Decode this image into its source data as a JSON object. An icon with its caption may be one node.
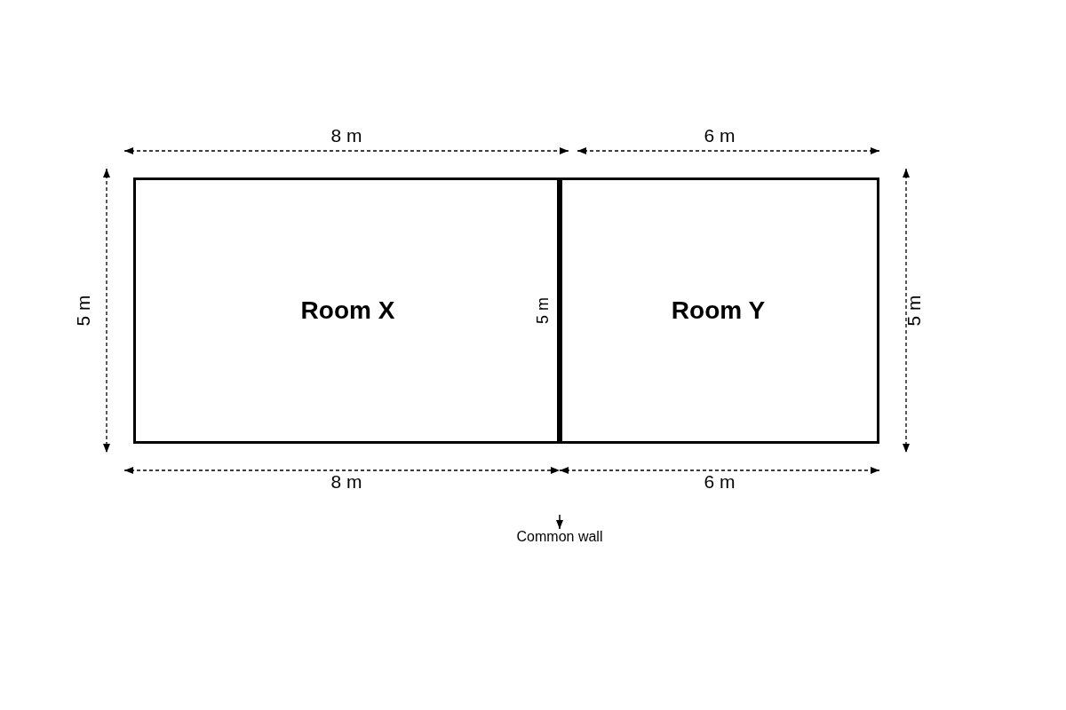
{
  "diagram": {
    "nodes": [
      {
        "text": [
          "Room X"
        ]
      },
      {
        "text": [
          "Room Y"
        ]
      },
      {
        "text": [
          "Common wall"
        ]
      }
    ],
    "edges": [
      {
        "from": null,
        "to": 2,
        "arrow": "to"
      }
    ],
    "labels": [
      "8 m",
      "6 m",
      "5 m",
      "5 m",
      "5 m",
      "8 m",
      "6 m"
    ]
  }
}
